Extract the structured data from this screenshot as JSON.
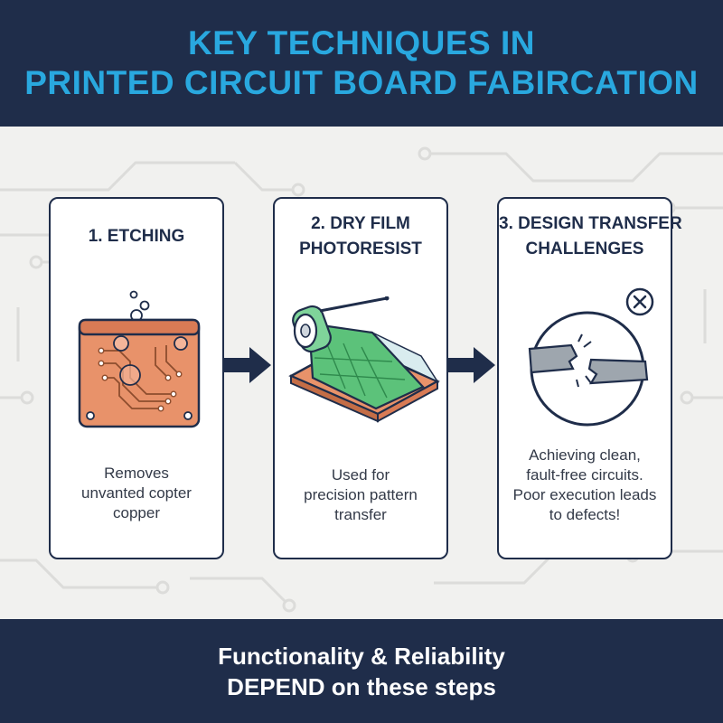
{
  "header": {
    "title_lines": [
      "KEY TECHNIQUES IN",
      "PRINTED CIRCUIT BOARD FABIRCATION"
    ]
  },
  "steps": [
    {
      "title_lines": [
        "1. ETCHING"
      ],
      "desc_lines": [
        "Removes",
        "unvanted copter",
        "copper"
      ],
      "icon": "copper-board-etching-icon"
    },
    {
      "title_lines": [
        "2. DRY FILM",
        "PHOTORESIST"
      ],
      "desc_lines": [
        "Used for",
        "precision pattern",
        "transfer"
      ],
      "icon": "photoresist-film-roll-icon"
    },
    {
      "title_lines": [
        "3. DESIGN TRANSFER",
        "CHALLENGES"
      ],
      "desc_lines": [
        "Achieving clean,",
        "fault-free circuits.",
        "Poor execution leads",
        "to defects!"
      ],
      "icon": "broken-trace-icon"
    }
  ],
  "footer": {
    "lines": [
      "Functionality & Reliability",
      "DEPEND on these steps"
    ]
  },
  "colors": {
    "navy": "#1f2d4a",
    "accent_blue": "#29a8df",
    "copper": "#e8926a",
    "film_green": "#5cc27a"
  }
}
